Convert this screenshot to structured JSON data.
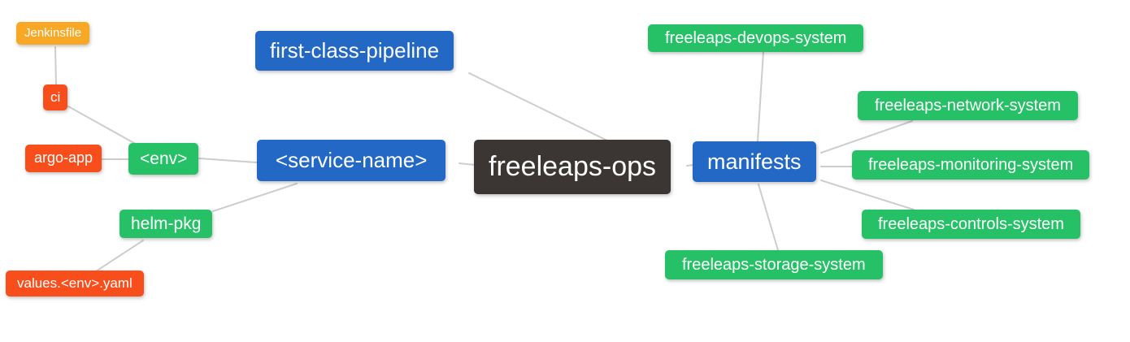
{
  "diagram": {
    "type": "mindmap",
    "background": "#ffffff"
  },
  "colors": {
    "blue": "#2268c4",
    "green": "#26c167",
    "orange": "#f9a825",
    "red": "#f74e1c",
    "dark": "#3b3633",
    "edge": "#cdcdcd",
    "text": "#ffffff",
    "background": "#ffffff"
  },
  "nodes": {
    "root": {
      "label": "freeleaps-ops",
      "color": "dark"
    },
    "fcp": {
      "label": "first-class-pipeline",
      "color": "blue"
    },
    "svc": {
      "label": "<service-name>",
      "color": "blue"
    },
    "manifests": {
      "label": "manifests",
      "color": "blue"
    },
    "env": {
      "label": "<env>",
      "color": "green"
    },
    "helm": {
      "label": "helm-pkg",
      "color": "green"
    },
    "ci": {
      "label": "ci",
      "color": "red"
    },
    "argo": {
      "label": "argo-app",
      "color": "red"
    },
    "jenkinsfile": {
      "label": "Jenkinsfile",
      "color": "orange"
    },
    "values": {
      "label": "values.<env>.yaml",
      "color": "red"
    },
    "devops": {
      "label": "freeleaps-devops-system",
      "color": "green"
    },
    "network": {
      "label": "freeleaps-network-system",
      "color": "green"
    },
    "monitoring": {
      "label": "freeleaps-monitoring-system",
      "color": "green"
    },
    "controls": {
      "label": "freeleaps-controls-system",
      "color": "green"
    },
    "storage": {
      "label": "freeleaps-storage-system",
      "color": "green"
    }
  },
  "edges": [
    "jenkinsfile-ci",
    "ci-env",
    "argo-env",
    "env-svc",
    "helm-svc",
    "values-helm",
    "svc-root",
    "fcp-root",
    "root-manifests",
    "manifests-devops",
    "manifests-network",
    "manifests-monitoring",
    "manifests-controls",
    "manifests-storage"
  ]
}
